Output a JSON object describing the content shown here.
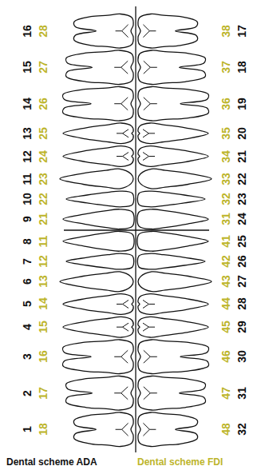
{
  "diagram": {
    "labels": [
      "1",
      "2",
      "3",
      "4",
      "5",
      "6",
      "7",
      "8",
      "9",
      "10",
      "11",
      "12",
      "13",
      "14",
      "15",
      "16",
      "18",
      "17",
      "16",
      "15",
      "14",
      "13",
      "12",
      "11",
      "21",
      "22",
      "23",
      "24",
      "25",
      "26",
      "27",
      "28",
      "48",
      "47",
      "46",
      "45",
      "44",
      "43",
      "42",
      "41",
      "31",
      "32",
      "33",
      "34",
      "35",
      "36",
      "37",
      "38",
      "32",
      "31",
      "30",
      "29",
      "28",
      "27",
      "26",
      "25",
      "24",
      "23",
      "22",
      "21",
      "20",
      "19",
      "18",
      "17",
      "Dental scheme ADA",
      "Dental scheme FDI"
    ]
  }
}
